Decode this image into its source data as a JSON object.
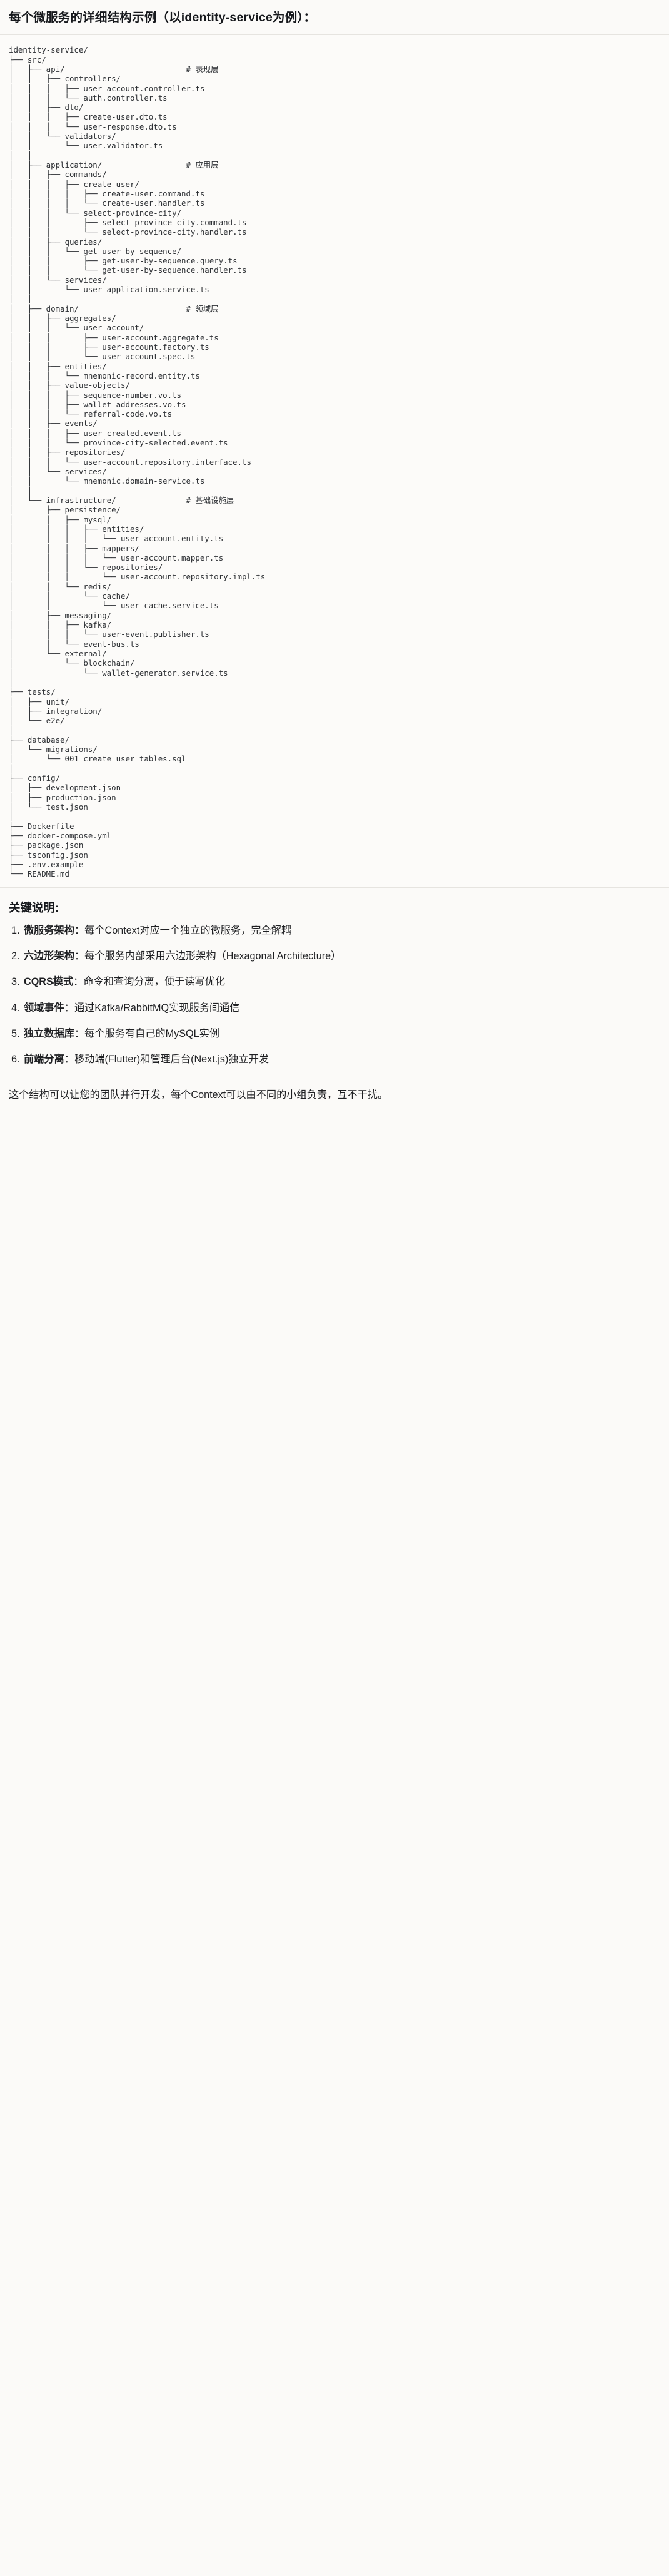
{
  "document": {
    "title": "每个微服务的详细结构示例（以identity-service为例）：",
    "tree_root": "identity-service/",
    "tree_text": "identity-service/\n├── src/\n│   ├── api/                          # 表现层\n│   │   ├── controllers/\n│   │   │   ├── user-account.controller.ts\n│   │   │   └── auth.controller.ts\n│   │   ├── dto/\n│   │   │   ├── create-user.dto.ts\n│   │   │   └── user-response.dto.ts\n│   │   └── validators/\n│   │       └── user.validator.ts\n│   │\n│   ├── application/                  # 应用层\n│   │   ├── commands/\n│   │   │   ├── create-user/\n│   │   │   │   ├── create-user.command.ts\n│   │   │   │   └── create-user.handler.ts\n│   │   │   └── select-province-city/\n│   │   │       ├── select-province-city.command.ts\n│   │   │       └── select-province-city.handler.ts\n│   │   ├── queries/\n│   │   │   └── get-user-by-sequence/\n│   │   │       ├── get-user-by-sequence.query.ts\n│   │   │       └── get-user-by-sequence.handler.ts\n│   │   └── services/\n│   │       └── user-application.service.ts\n│   │\n│   ├── domain/                       # 领域层\n│   │   ├── aggregates/\n│   │   │   └── user-account/\n│   │   │       ├── user-account.aggregate.ts\n│   │   │       ├── user-account.factory.ts\n│   │   │       └── user-account.spec.ts\n│   │   ├── entities/\n│   │   │   └── mnemonic-record.entity.ts\n│   │   ├── value-objects/\n│   │   │   ├── sequence-number.vo.ts\n│   │   │   ├── wallet-addresses.vo.ts\n│   │   │   └── referral-code.vo.ts\n│   │   ├── events/\n│   │   │   ├── user-created.event.ts\n│   │   │   └── province-city-selected.event.ts\n│   │   ├── repositories/\n│   │   │   └── user-account.repository.interface.ts\n│   │   └── services/\n│   │       └── mnemonic.domain-service.ts\n│   │\n│   └── infrastructure/               # 基础设施层\n│       ├── persistence/\n│       │   ├── mysql/\n│       │   │   ├── entities/\n│       │   │   │   └── user-account.entity.ts\n│       │   │   ├── mappers/\n│       │   │   │   └── user-account.mapper.ts\n│       │   │   └── repositories/\n│       │   │       └── user-account.repository.impl.ts\n│       │   └── redis/\n│       │       └── cache/\n│       │           └── user-cache.service.ts\n│       ├── messaging/\n│       │   ├── kafka/\n│       │   │   └── user-event.publisher.ts\n│       │   └── event-bus.ts\n│       └── external/\n│           └── blockchain/\n│               └── wallet-generator.service.ts\n│\n├── tests/\n│   ├── unit/\n│   ├── integration/\n│   └── e2e/\n│\n├── database/\n│   └── migrations/\n│       └── 001_create_user_tables.sql\n│\n├── config/\n│   ├── development.json\n│   ├── production.json\n│   └── test.json\n│\n├── Dockerfile\n├── docker-compose.yml\n├── package.json\n├── tsconfig.json\n├── .env.example\n└── README.md",
    "layer_comments": [
      {
        "path": "api/",
        "comment": "# 表现层"
      },
      {
        "path": "application/",
        "comment": "# 应用层"
      },
      {
        "path": "domain/",
        "comment": "# 领域层"
      },
      {
        "path": "infrastructure/",
        "comment": "# 基础设施层"
      }
    ],
    "keys_heading": "关键说明:",
    "key_points": [
      {
        "index": "1.",
        "term": "微服务架构",
        "sep": "：",
        "desc": "每个Context对应一个独立的微服务，完全解耦"
      },
      {
        "index": "2.",
        "term": "六边形架构",
        "sep": "：",
        "desc": "每个服务内部采用六边形架构（Hexagonal Architecture）"
      },
      {
        "index": "3.",
        "term": "CQRS模式",
        "sep": "：",
        "desc": "命令和查询分离，便于读写优化"
      },
      {
        "index": "4.",
        "term": "领域事件",
        "sep": "：",
        "desc": "通过Kafka/RabbitMQ实现服务间通信"
      },
      {
        "index": "5.",
        "term": "独立数据库",
        "sep": "：",
        "desc": "每个服务有自己的MySQL实例"
      },
      {
        "index": "6.",
        "term": "前端分离",
        "sep": "：",
        "desc": "移动端(Flutter)和管理后台(Next.js)独立开发"
      }
    ],
    "closing": "这个结构可以让您的团队并行开发，每个Context可以由不同的小组负责，互不干扰。"
  },
  "colors": {
    "background": "#fbfaf8",
    "code_background": "#fcfbf9",
    "text": "#1f2023",
    "heading": "#16181c",
    "rule": "#e6e4e0",
    "code_text": "#2f3236"
  }
}
